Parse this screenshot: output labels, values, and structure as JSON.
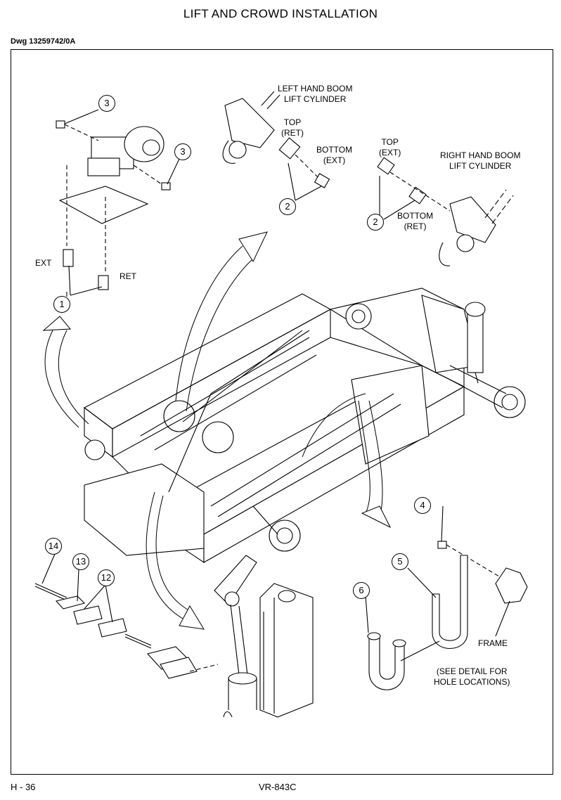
{
  "header": {
    "title": "LIFT AND CROWD INSTALLATION",
    "drawing_number": "Dwg 13259742/0A"
  },
  "labels": {
    "left_boom": "LEFT HAND BOOM\nLIFT  CYLINDER",
    "top_ret": "TOP\n(RET)",
    "bottom_ext": "BOTTOM\n(EXT)",
    "top_ext": "TOP\n(EXT)",
    "right_boom": "RIGHT HAND BOOM\nLIFT  CYLINDER",
    "bottom_ret": "BOTTOM\n(RET)",
    "ext": "EXT",
    "ret": "RET",
    "frame": "FRAME",
    "see_detail": "(SEE DETAIL FOR\nHOLE LOCATIONS)"
  },
  "callouts": {
    "c3a": "3",
    "c3b": "3",
    "c2a": "2",
    "c2b": "2",
    "c1": "1",
    "c4": "4",
    "c5": "5",
    "c6": "6",
    "c12": "12",
    "c13": "13",
    "c14": "14"
  },
  "footer": {
    "page": "H - 36",
    "model": "VR-843C"
  }
}
